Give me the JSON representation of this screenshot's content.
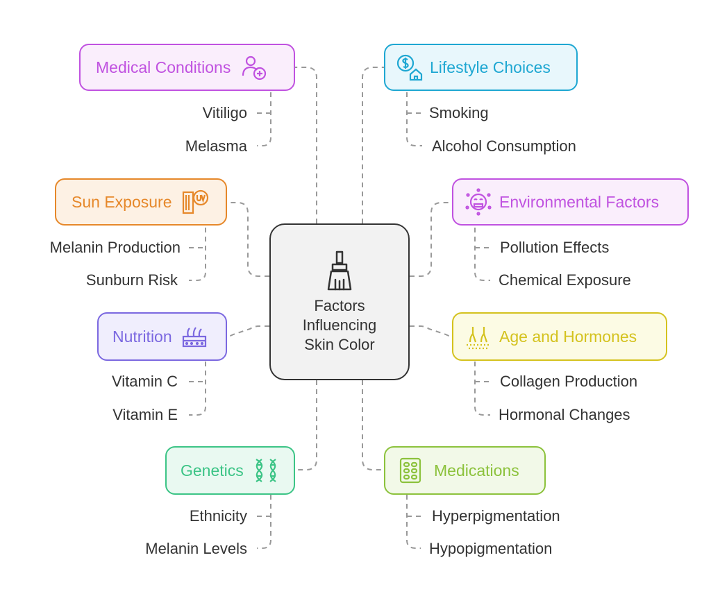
{
  "center": {
    "title": "Factors Influencing Skin Color",
    "icon": "paintbrush-icon",
    "color": "#333333"
  },
  "branches": [
    {
      "id": "medical",
      "label": "Medical Conditions",
      "icon": "patient-medical-icon",
      "color": "#c052e0",
      "fill": "#faeefc",
      "items": [
        "Vitiligo",
        "Melasma"
      ]
    },
    {
      "id": "lifestyle",
      "label": "Lifestyle Choices",
      "icon": "money-home-icon",
      "color": "#1ea7d2",
      "fill": "#e8f7fc",
      "items": [
        "Smoking",
        "Alcohol Consumption"
      ]
    },
    {
      "id": "sun",
      "label": "Sun Exposure",
      "icon": "uv-sun-icon",
      "color": "#e6882a",
      "fill": "#fdf1e4",
      "items": [
        "Melanin Production",
        "Sunburn Risk"
      ]
    },
    {
      "id": "environment",
      "label": "Environmental Factors",
      "icon": "pollution-face-icon",
      "color": "#c052e0",
      "fill": "#faeefc",
      "items": [
        "Pollution Effects",
        "Chemical Exposure"
      ]
    },
    {
      "id": "nutrition",
      "label": "Nutrition",
      "icon": "skin-layer-icon",
      "color": "#7b68e0",
      "fill": "#f0eefd",
      "items": [
        "Vitamin C",
        "Vitamin E"
      ]
    },
    {
      "id": "age",
      "label": "Age and Hormones",
      "icon": "hair-follicle-icon",
      "color": "#d4c21e",
      "fill": "#fcfbe4",
      "items": [
        "Collagen Production",
        "Hormonal Changes"
      ]
    },
    {
      "id": "genetics",
      "label": "Genetics",
      "icon": "dna-icon",
      "color": "#3cc486",
      "fill": "#e9f9f1",
      "items": [
        "Ethnicity",
        "Melanin Levels"
      ]
    },
    {
      "id": "medications",
      "label": "Medications",
      "icon": "pill-pack-icon",
      "color": "#8cc23c",
      "fill": "#f2f9e8",
      "items": [
        "Hyperpigmentation",
        "Hypopigmentation"
      ]
    }
  ]
}
